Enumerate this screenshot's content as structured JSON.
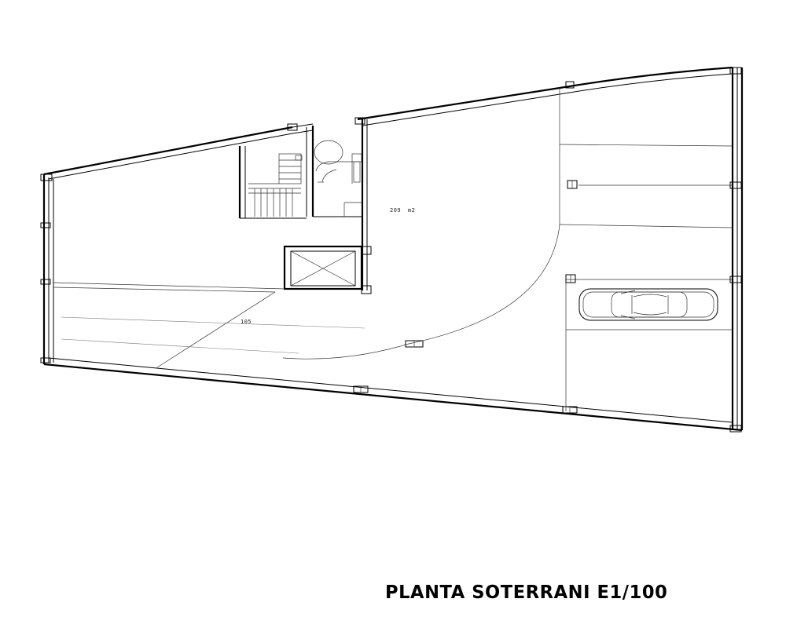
{
  "drawing": {
    "title": "PLANTA SOTERRANI E1/100",
    "labels": {
      "area_main": "209",
      "area_main_suffix": "m2",
      "area_ramp": "105"
    }
  }
}
